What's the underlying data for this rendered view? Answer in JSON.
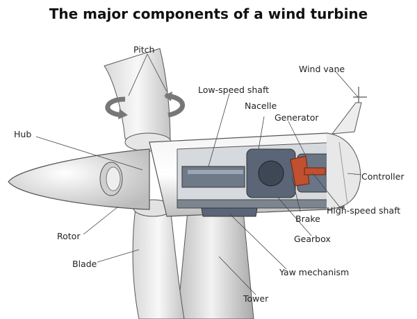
{
  "title": "The major components of a wind turbine",
  "labels": {
    "pitch": "Pitch",
    "wind_vane": "Wind vane",
    "low_speed_shaft": "Low-speed shaft",
    "nacelle": "Nacelle",
    "generator": "Generator",
    "hub": "Hub",
    "controller": "Controller",
    "high_speed_shaft": "High-speed shaft",
    "brake": "Brake",
    "rotor": "Rotor",
    "gearbox": "Gearbox",
    "blade": "Blade",
    "yaw_mechanism": "Yaw mechanism",
    "tower": "Tower"
  }
}
